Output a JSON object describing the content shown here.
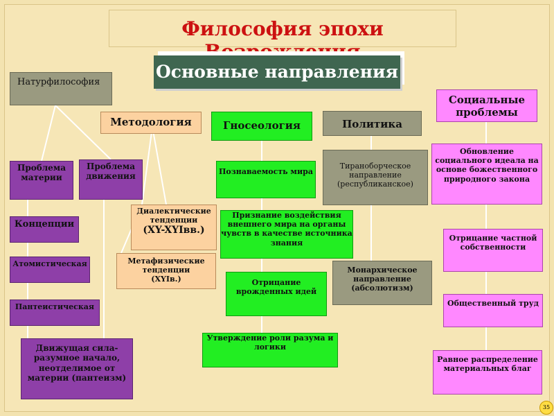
{
  "title": "Философия эпохи Возрождения",
  "subtitle": "Основные направления",
  "slide_number": "35",
  "categories": {
    "naturphilosophy": "Натурфилософия",
    "methodology": "Методология",
    "gnoseology": "Гносеология",
    "politics": "Политика",
    "social": "Социальные проблемы"
  },
  "nodes": {
    "problem_matter": "Проблема материи",
    "problem_motion": "Проблема движения",
    "concepts": "Концепции",
    "atomistic": "Атомистическая",
    "pantheistic": "Пантеистическая",
    "moving_force": "Движущая сила-разумное начало, неотделимое от материи (пантеизм)",
    "dialectic": "Диалектические тенденции",
    "dialectic_period": "(XY-XYIвв.)",
    "metaphysical": "Метафизические тенденции",
    "metaphysical_period": "(XYIв.)",
    "knowability": "Познаваемость мира",
    "influence": "Признание воздействия внешнего мира на органы чувств в качестве источника знания",
    "innate_denial": "Отрицание врожденных идей",
    "reason_logic": "Утверждение роли разума и логики",
    "tyrannicide": "Тираноборческое направление (республиканское)",
    "monarchic": "Монархическое направление (абсолютизм)",
    "social_renewal": "Обновление социального идеала на основе божественного природного закона",
    "private_property": "Отрицание частной собственности",
    "public_labor": "Общественный труд",
    "equal_distribution": "Равное распределение материальных благ"
  },
  "colors": {
    "background": "#f3e3b0",
    "title": "#cc1111",
    "subtitle_bg": "#3f6650",
    "purple": "#8e3fa8",
    "green": "#22ee22",
    "peach": "#fcd2a0",
    "gray": "#9a9a80",
    "pink": "#ff88ff"
  }
}
